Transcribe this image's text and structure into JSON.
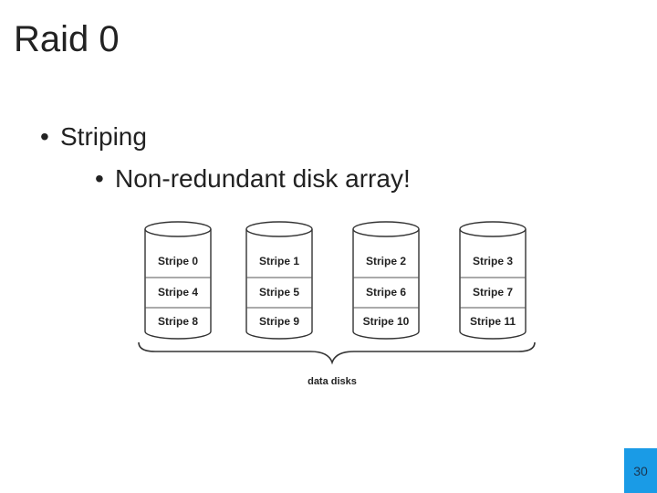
{
  "slide": {
    "title": "Raid 0",
    "bullets": [
      {
        "text": "Striping",
        "level": 1
      },
      {
        "text": "Non-redundant disk array!",
        "level": 2
      }
    ],
    "bullet_glyph": "•",
    "page_number": "30"
  },
  "diagram": {
    "disks": [
      {
        "stripes": [
          "Stripe 0",
          "Stripe 4",
          "Stripe 8"
        ]
      },
      {
        "stripes": [
          "Stripe 1",
          "Stripe 5",
          "Stripe 9"
        ]
      },
      {
        "stripes": [
          "Stripe 2",
          "Stripe 6",
          "Stripe 10"
        ]
      },
      {
        "stripes": [
          "Stripe 3",
          "Stripe 7",
          "Stripe 11"
        ]
      }
    ],
    "brace_label": "data disks"
  },
  "colors": {
    "accent": "#1a9be6",
    "text": "#222222"
  }
}
